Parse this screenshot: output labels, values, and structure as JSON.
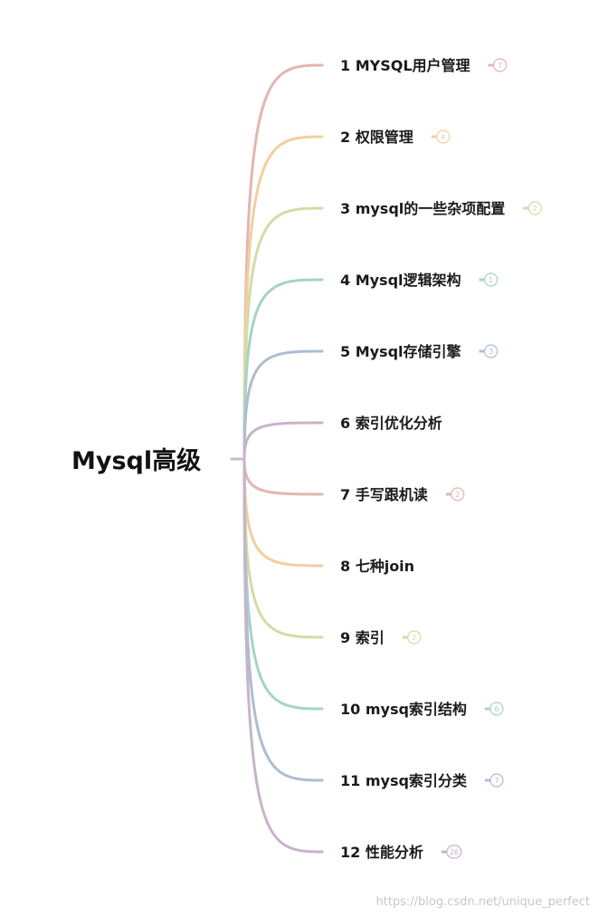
{
  "root": {
    "title": "Mysql高级",
    "connector_color": "#c9b9cc"
  },
  "branches": [
    {
      "label": "1 MYSQL用户管理",
      "count": "7",
      "color": "#e3b5b0"
    },
    {
      "label": "2 权限管理",
      "count": "4",
      "color": "#f2cfa0"
    },
    {
      "label": "3 mysql的一些杂项配置",
      "count": "2",
      "color": "#d3dca4"
    },
    {
      "label": "4 Mysql逻辑架构",
      "count": "1",
      "color": "#a6d3c8"
    },
    {
      "label": "5 Mysql存储引擎",
      "count": "3",
      "color": "#aebdd0"
    },
    {
      "label": "6 索引优化分析",
      "count": "",
      "color": "#c6b4c8"
    },
    {
      "label": "7 手写跟机读",
      "count": "2",
      "color": "#e3b5b0"
    },
    {
      "label": "8 七种join",
      "count": "",
      "color": "#f2cfa0"
    },
    {
      "label": "9 索引",
      "count": "2",
      "color": "#d3dca4"
    },
    {
      "label": "10 mysq索引结构",
      "count": "6",
      "color": "#a6d3c8"
    },
    {
      "label": "11 mysq索引分类",
      "count": "7",
      "color": "#aebdd0"
    },
    {
      "label": "12 性能分析",
      "count": "26",
      "color": "#c6b4c8"
    }
  ],
  "watermark": "https://blog.csdn.net/unique_perfect"
}
